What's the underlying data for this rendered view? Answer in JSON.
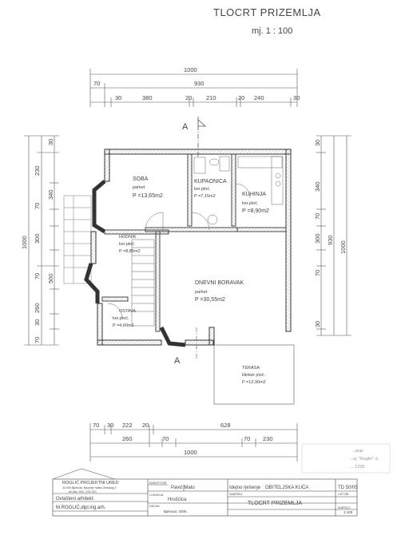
{
  "header": {
    "title": "TLOCRT PRIZEMLJA",
    "scale": "mj. 1 : 100"
  },
  "dimensions": {
    "top_total": "1000",
    "top_row2": [
      "70",
      "930"
    ],
    "top_row3": [
      "30",
      "380",
      "20",
      "210",
      "20",
      "240",
      "30"
    ],
    "bottom_row1": [
      "70",
      "30",
      "222",
      "20",
      "628"
    ],
    "bottom_row2": [
      "260",
      "70",
      "70",
      "230"
    ],
    "bottom_total": "1000",
    "left_outer": "1000",
    "left_inner": [
      "30",
      "230",
      "340",
      "70",
      "300",
      "70",
      "500",
      "260",
      "30",
      "70"
    ],
    "right_outer": "1000",
    "right_930": "930",
    "right_inner": [
      "30",
      "340",
      "70",
      "300",
      "70",
      "30"
    ]
  },
  "section_marks": {
    "a_top": "A",
    "a_bottom": "A"
  },
  "rooms": [
    {
      "name": "SOBA",
      "floor": "parket",
      "area": "P =13,65m2"
    },
    {
      "name": "KUPAONICA",
      "floor": "ker.ploč.",
      "area": "P =7,15m2"
    },
    {
      "name": "KUHINJA",
      "floor": "ker.ploč.",
      "area": "P =8,90m2"
    },
    {
      "name": "HODNIK",
      "floor": "ker.ploč.",
      "area": "P =8,85m2"
    },
    {
      "name": "DNEVNI BORAVAK",
      "floor": "parket",
      "area": "P =30,55m2"
    },
    {
      "name": "OSTAVA",
      "floor": "ker.ploč.",
      "area": "P =4,60m2"
    },
    {
      "name": "TERASA",
      "floor": "klinker ploč.",
      "area": "P =12,90m2"
    }
  ],
  "stamp": {
    "line1": "...anje",
    "line2": "...oj: \"Roglić\" d.",
    "line3": "... 1228"
  },
  "title_block": {
    "company": "ROGLIĆ PROJEKTNI URED",
    "address": "43 000 Bjelovar, Nazorije Vatke Zrinskog 2",
    "phone": "tel./fax: 043 / 222 013",
    "architect_label": "Ovlašteni arhitekt:",
    "architect_name": "M.ROGLIĆ,dipl.ing.arh.",
    "investor_label": "INVESTITOR",
    "investor": "Pavić Mato",
    "idea_label": "Idejno rješenje",
    "building": "OBITELJSKA KUĆA",
    "drawing_no": "TD 50/05",
    "location_label": "LOKACIJA",
    "location": "Hrušćica",
    "sheet_label": "LIST BR.",
    "content_label": "SADRŽAJ",
    "content": "TLOCRT PRIZEMLJA",
    "date_label": "DATUM",
    "date": "Bjelovar, 2005.",
    "scale_label": "MJERILO",
    "scale": "1:100"
  }
}
